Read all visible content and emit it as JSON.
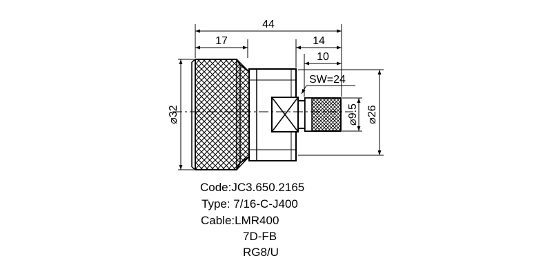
{
  "dimensions": {
    "overall_length": "44",
    "knurl_length": "17",
    "rear_length": "14",
    "ferrule_length": "10",
    "wrench_size": "SW=24",
    "knurl_diameter": "⌀32",
    "pin_diameter": "⌀9.5",
    "body_diameter": "⌀26"
  },
  "specs": {
    "code": "Code:JC3.650.2165",
    "type": "Type: 7/16-C-J400",
    "cable": "Cable:LMR400",
    "cable_alt_1": "7D-FB",
    "cable_alt_2": "RG8/U"
  },
  "colors": {
    "line": "#000000",
    "background": "#ffffff"
  }
}
